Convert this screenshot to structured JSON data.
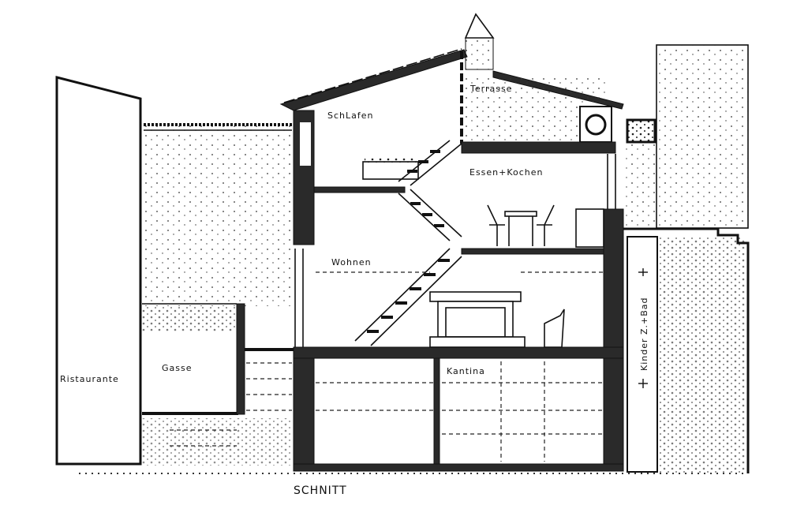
{
  "drawing": {
    "title": "SCHNITT",
    "rooms": {
      "bedroom": "SchLafen",
      "terrace": "Terrasse",
      "dining_kitchen": "Essen+Kochen",
      "living": "Wohnen",
      "cellar": "Kantina",
      "kids_bath": "Kinder Z.+Bad"
    },
    "surroundings": {
      "restaurant": "Ristaurante",
      "alley": "Gasse"
    }
  }
}
